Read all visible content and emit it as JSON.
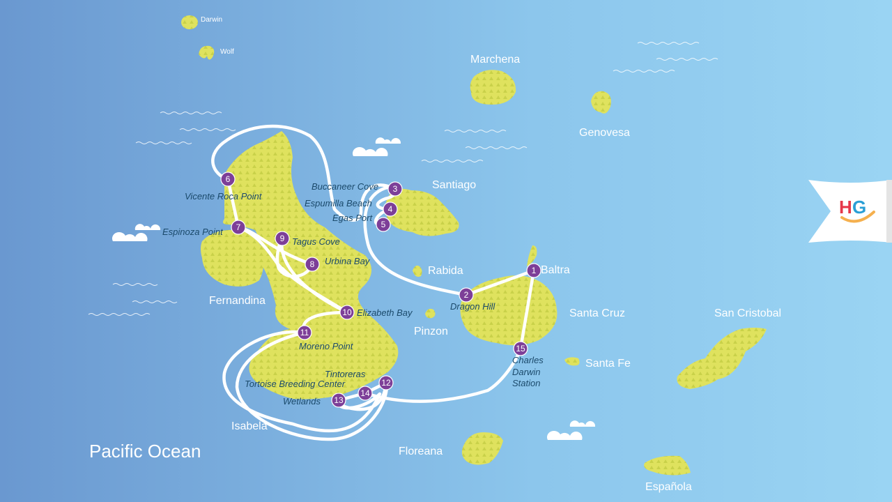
{
  "map": {
    "ocean_label": "Pacific Ocean",
    "colors": {
      "ocean_left": "#6a98d0",
      "ocean_right": "#98d3f2",
      "island": "#dfe25e",
      "stop": "#7d3f98",
      "route": "#ffffff"
    },
    "islands": {
      "darwin": "Darwin",
      "wolf": "Wolf",
      "marchena": "Marchena",
      "genovesa": "Genovesa",
      "santiago": "Santiago",
      "rabida": "Rabida",
      "baltra": "Baltra",
      "santa_cruz": "Santa Cruz",
      "pinzon": "Pinzon",
      "santa_fe": "Santa Fe",
      "san_cristobal": "San Cristobal",
      "fernandina": "Fernandina",
      "isabela": "Isabela",
      "floreana": "Floreana",
      "espanola": "Española"
    },
    "stops": [
      {
        "n": "1",
        "name": ""
      },
      {
        "n": "2",
        "name": "Dragon Hill"
      },
      {
        "n": "3",
        "name": "Buccaneer Cove"
      },
      {
        "n": "4",
        "name": "Espumilla  Beach"
      },
      {
        "n": "5",
        "name": "Egas Port"
      },
      {
        "n": "6",
        "name": "Vicente Roca Point"
      },
      {
        "n": "7",
        "name": "Espinoza Point"
      },
      {
        "n": "8",
        "name": "Urbina Bay"
      },
      {
        "n": "9",
        "name": "Tagus Cove"
      },
      {
        "n": "10",
        "name": "Elizabeth Bay"
      },
      {
        "n": "11",
        "name": "Moreno Point"
      },
      {
        "n": "12",
        "name": "Tintoreras"
      },
      {
        "n": "13",
        "name": "Wetlands"
      },
      {
        "n": "14",
        "name": "Tortoise Breeding Center"
      },
      {
        "n": "15",
        "name": "Charles Darwin Station"
      }
    ],
    "station_lines": [
      "Charles",
      "Darwin",
      "Station"
    ],
    "logo": {
      "text": "HG"
    }
  }
}
